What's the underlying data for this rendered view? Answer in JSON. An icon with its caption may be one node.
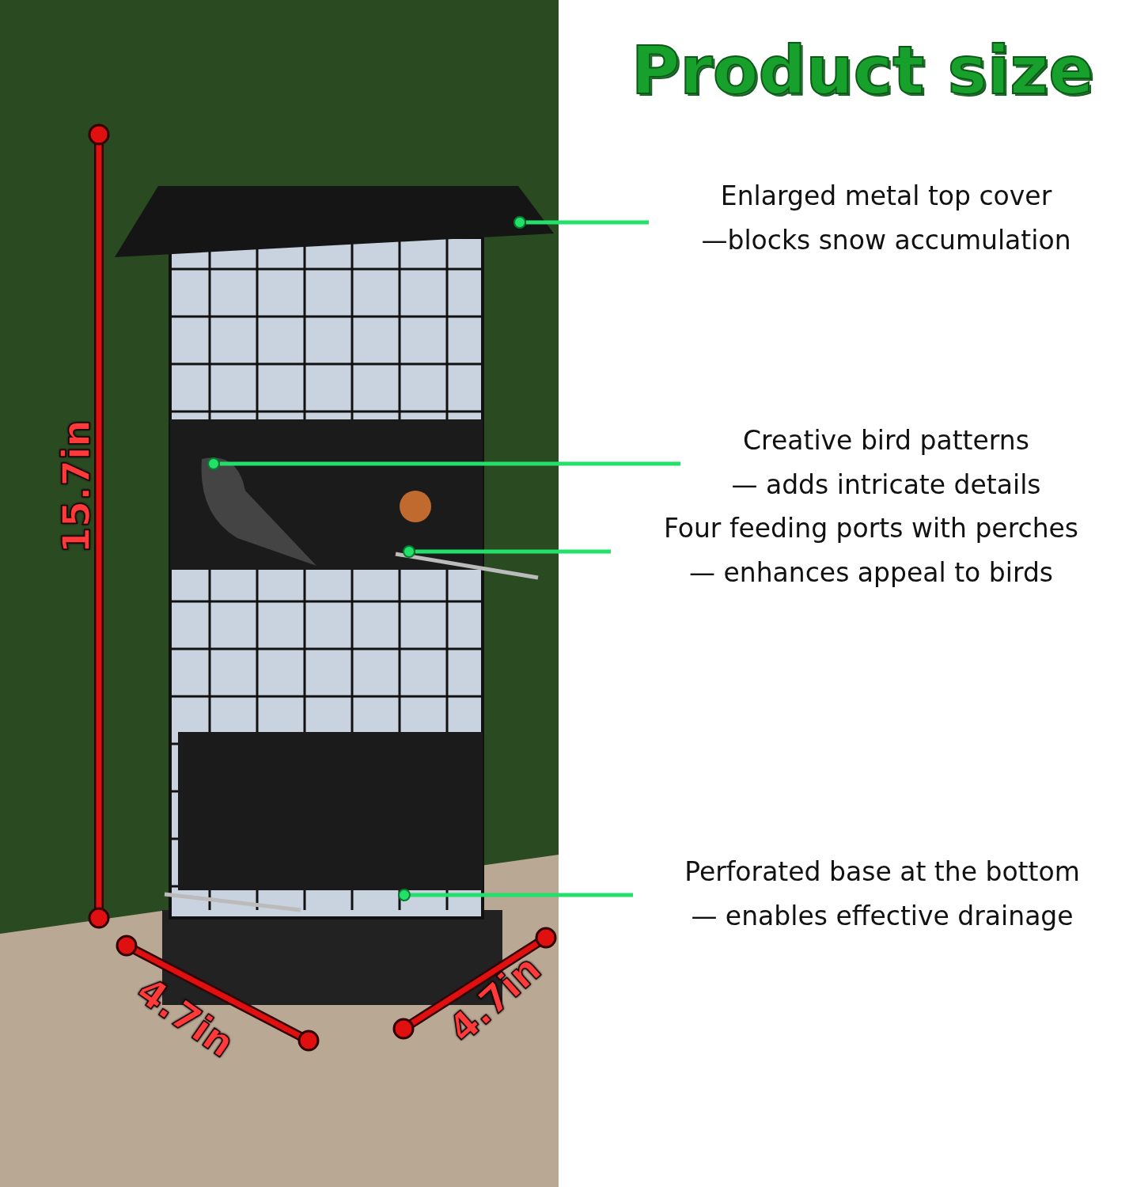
{
  "diagram": {
    "title": "Product size",
    "nodes": [
      {
        "text": [
          "Enlarged metal top cover",
          "—blocks snow accumulation"
        ]
      },
      {
        "text": [
          "Creative bird patterns",
          "— adds intricate details"
        ]
      },
      {
        "text": [
          "Four feeding ports with perches",
          "— enhances appeal to birds"
        ]
      },
      {
        "text": [
          "Perforated base at the bottom",
          "— enables effective drainage"
        ]
      },
      {
        "text": [],
        "shape": "circle"
      },
      {
        "text": [],
        "shape": "circle"
      },
      {
        "text": [],
        "shape": "circle"
      },
      {
        "text": [],
        "shape": "circle"
      }
    ],
    "edges": [
      {
        "from": 0,
        "to": 4,
        "arrow": "none"
      },
      {
        "from": 1,
        "to": 5,
        "arrow": "none"
      },
      {
        "from": 2,
        "to": 6,
        "arrow": "none"
      },
      {
        "from": 3,
        "to": 7,
        "arrow": "none"
      }
    ],
    "labels": [
      "15.7in",
      "4.7in",
      "4.7in"
    ]
  }
}
